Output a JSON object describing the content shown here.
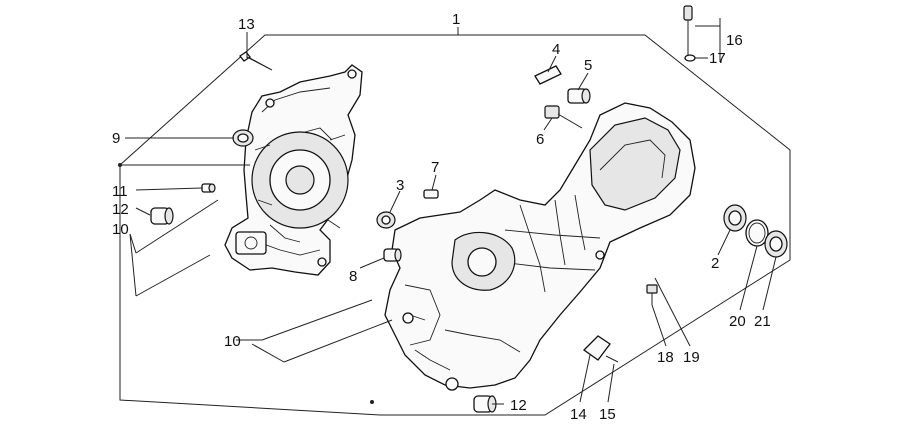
{
  "diagram": {
    "callouts": [
      {
        "id": "c1",
        "text": "1"
      },
      {
        "id": "c2",
        "text": "2"
      },
      {
        "id": "c3",
        "text": "3"
      },
      {
        "id": "c4",
        "text": "4"
      },
      {
        "id": "c5",
        "text": "5"
      },
      {
        "id": "c6",
        "text": "6"
      },
      {
        "id": "c7",
        "text": "7"
      },
      {
        "id": "c8",
        "text": "8"
      },
      {
        "id": "c9",
        "text": "9"
      },
      {
        "id": "c10a",
        "text": "10"
      },
      {
        "id": "c10b",
        "text": "10"
      },
      {
        "id": "c11",
        "text": "11"
      },
      {
        "id": "c12a",
        "text": "12"
      },
      {
        "id": "c12b",
        "text": "12"
      },
      {
        "id": "c13",
        "text": "13"
      },
      {
        "id": "c14",
        "text": "14"
      },
      {
        "id": "c15",
        "text": "15"
      },
      {
        "id": "c16",
        "text": "16"
      },
      {
        "id": "c17",
        "text": "17"
      },
      {
        "id": "c18",
        "text": "18"
      },
      {
        "id": "c19",
        "text": "19"
      },
      {
        "id": "c20",
        "text": "20"
      },
      {
        "id": "c21",
        "text": "21"
      }
    ]
  }
}
